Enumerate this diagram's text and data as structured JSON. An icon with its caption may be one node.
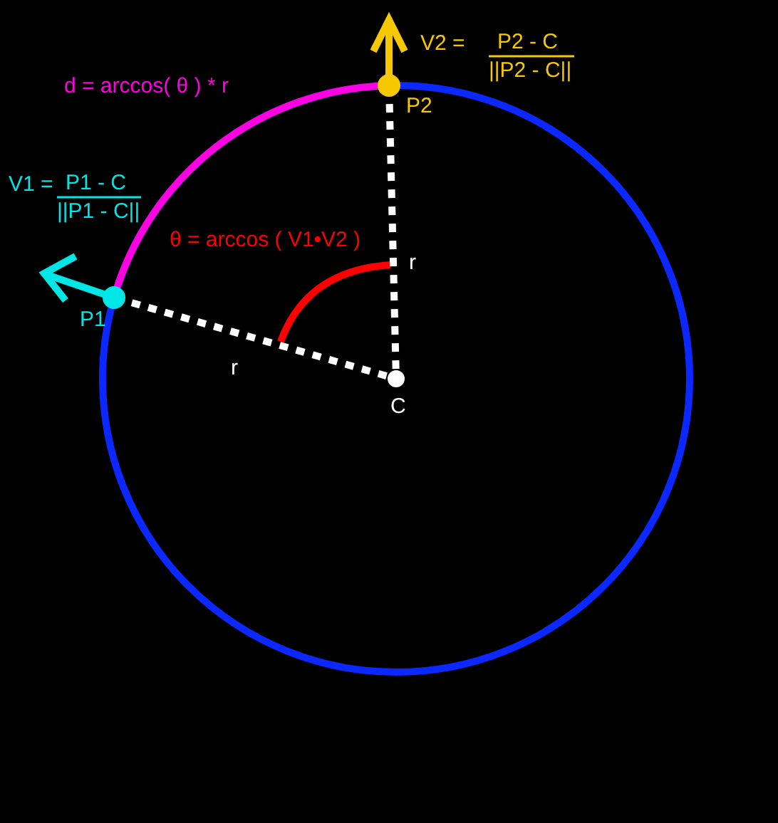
{
  "diagram": {
    "nodes": [
      {
        "text": [],
        "shape": "circle",
        "beside": [
          "P2"
        ]
      },
      {
        "text": [],
        "shape": "circle",
        "beside": [
          "P1"
        ]
      },
      {
        "text": [],
        "shape": "circle",
        "beside": [
          "C"
        ]
      }
    ],
    "edges": [
      {
        "from": 2,
        "to": 0,
        "arrow": "none",
        "style": "dashed",
        "label": "r"
      },
      {
        "from": 2,
        "to": 1,
        "arrow": "none",
        "style": "dashed",
        "label": "r"
      }
    ],
    "labels": [
      "V2 =",
      "P2 - C",
      "||P2 - C||",
      "d = arccos( θ ) * r",
      "V1 =",
      "P1 - C",
      "||P1 - C||",
      "θ = arccos ( V1•V2 )"
    ]
  }
}
